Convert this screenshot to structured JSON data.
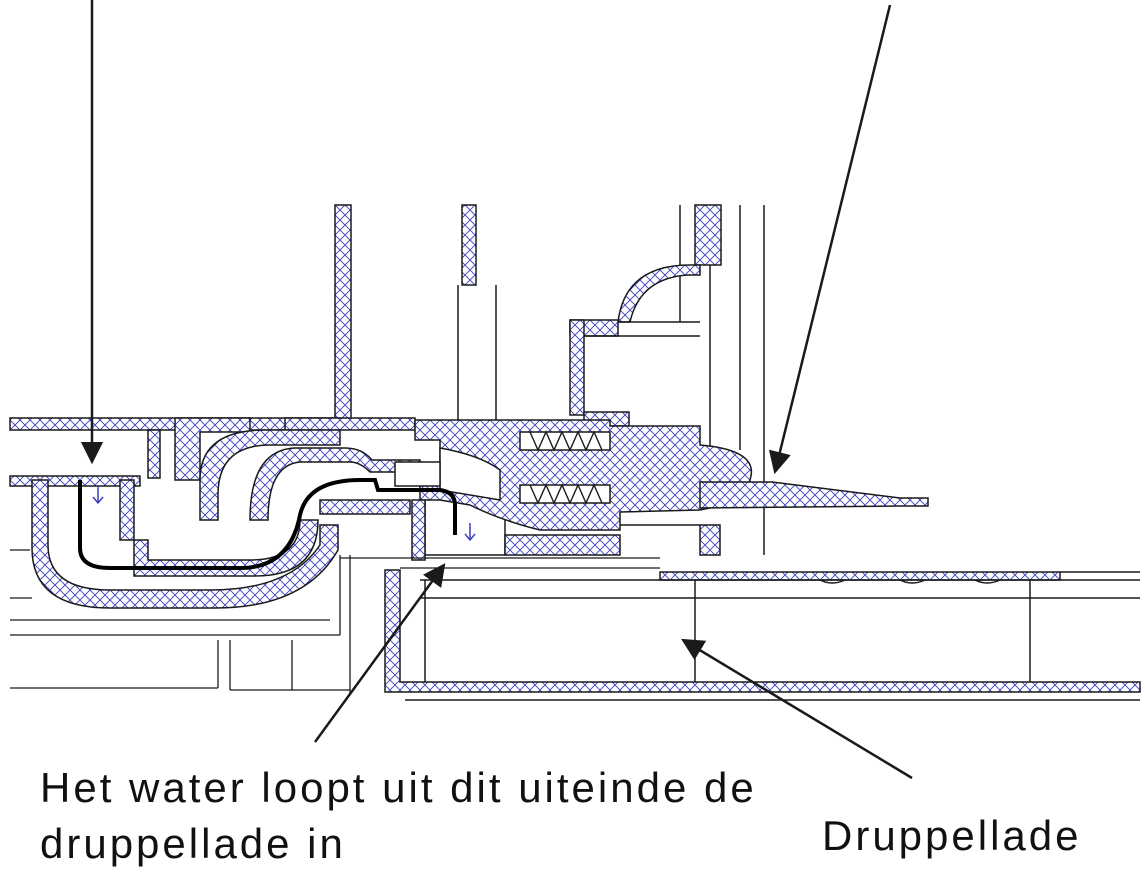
{
  "labels": {
    "outlet_line1": "Het water loopt uit dit uiteinde de",
    "outlet_line2": "druppellade in",
    "tray": "Druppellade"
  },
  "colors": {
    "hatch": "#3a3fc0",
    "line": "#1a1a1a",
    "background": "#ffffff"
  }
}
